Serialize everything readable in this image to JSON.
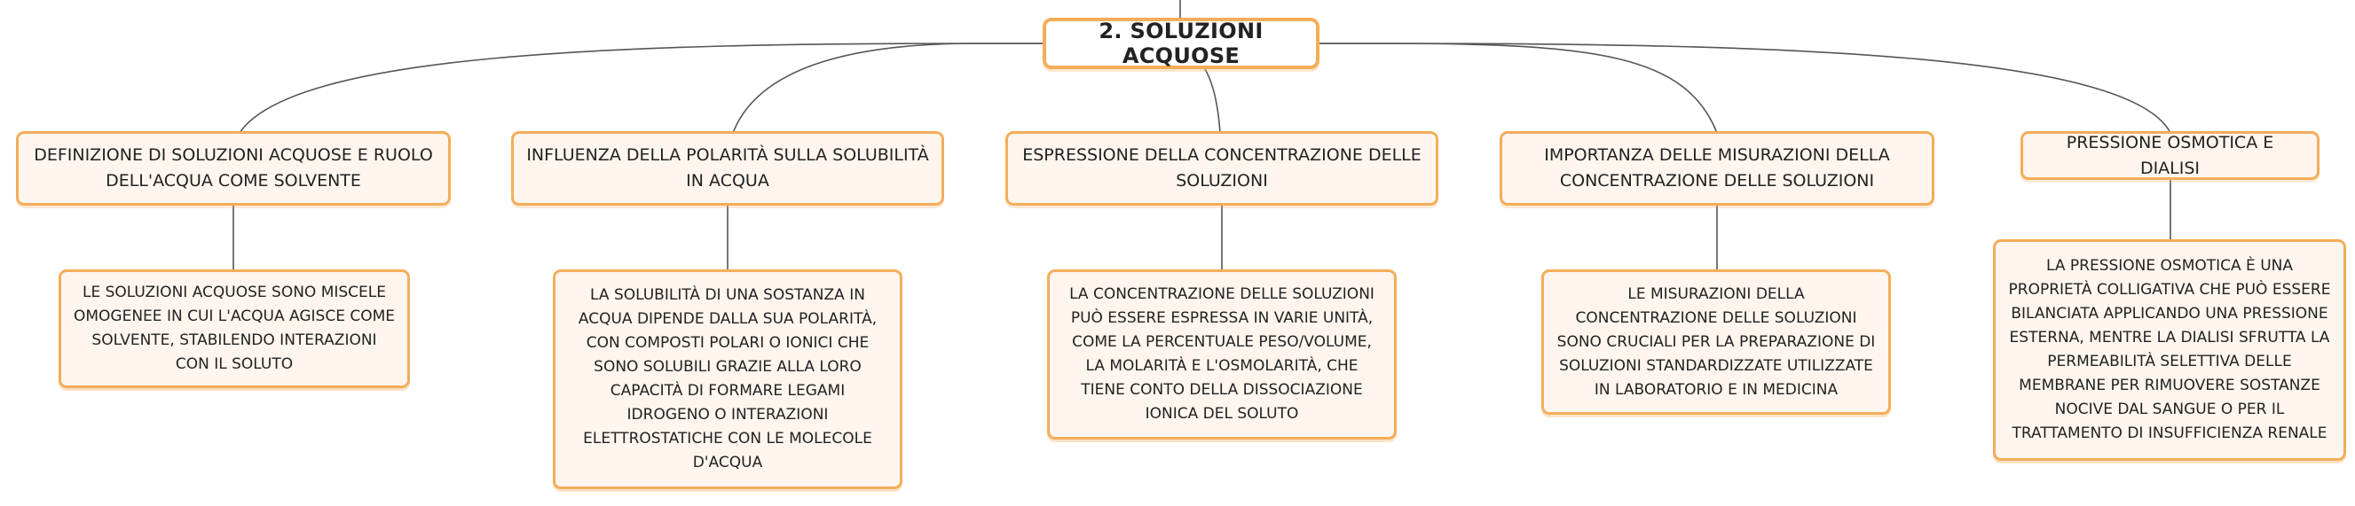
{
  "root": {
    "title": "2. SOLUZIONI ACQUOSE"
  },
  "branches": [
    {
      "title": "DEFINIZIONE DI SOLUZIONI ACQUOSE E RUOLO DELL'ACQUA COME SOLVENTE",
      "detail": "LE SOLUZIONI ACQUOSE SONO MISCELE OMOGENEE IN CUI L'ACQUA AGISCE COME SOLVENTE, STABILENDO INTERAZIONI CON IL SOLUTO"
    },
    {
      "title": "INFLUENZA DELLA POLARITÀ SULLA SOLUBILITÀ IN ACQUA",
      "detail": "LA SOLUBILITÀ DI UNA SOSTANZA IN ACQUA DIPENDE DALLA SUA POLARITÀ, CON COMPOSTI POLARI O IONICI CHE SONO SOLUBILI GRAZIE ALLA LORO CAPACITÀ DI FORMARE LEGAMI IDROGENO O INTERAZIONI ELETTROSTATICHE CON LE MOLECOLE D'ACQUA"
    },
    {
      "title": "ESPRESSIONE DELLA CONCENTRAZIONE DELLE SOLUZIONI",
      "detail": "LA CONCENTRAZIONE DELLE SOLUZIONI PUÒ ESSERE ESPRESSA IN VARIE UNITÀ, COME LA PERCENTUALE PESO/VOLUME, LA MOLARITÀ E L'OSMOLARITÀ, CHE TIENE CONTO DELLA DISSOCIAZIONE IONICA DEL SOLUTO"
    },
    {
      "title": "IMPORTANZA DELLE MISURAZIONI DELLA CONCENTRAZIONE DELLE SOLUZIONI",
      "detail": "LE MISURAZIONI DELLA CONCENTRAZIONE DELLE SOLUZIONI SONO CRUCIALI PER LA PREPARAZIONE DI SOLUZIONI STANDARDIZZATE UTILIZZATE IN LABORATORIO E IN MEDICINA"
    },
    {
      "title": "PRESSIONE OSMOTICA E DIALISI",
      "detail": "LA PRESSIONE OSMOTICA È UNA PROPRIETÀ COLLIGATIVA CHE PUÒ ESSERE BILANCIATA APPLICANDO UNA PRESSIONE ESTERNA, MENTRE LA DIALISI SFRUTTA LA PERMEABILITÀ SELETTIVA DELLE MEMBRANE PER RIMUOVERE SOSTANZE NOCIVE DAL SANGUE O PER IL TRATTAMENTO DI INSUFFICIENZA RENALE"
    }
  ],
  "colors": {
    "border": "#f4ad5a",
    "fill": "#fef5ee",
    "line": "#555555",
    "text": "#222222"
  }
}
